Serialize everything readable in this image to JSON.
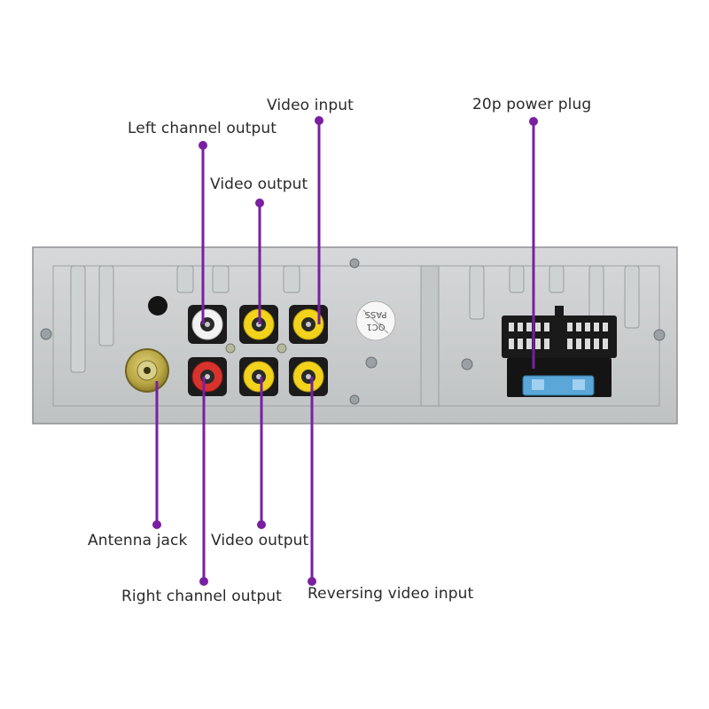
{
  "diagram": {
    "labels": {
      "left_channel_output": "Left channel output",
      "video_input": "Video input",
      "video_output_top": "Video output",
      "power_plug": "20p power plug",
      "antenna_jack": "Antenna jack",
      "video_output_bottom": "Video output",
      "right_channel_output": "Right channel output",
      "reversing_video_input": "Reversing video input"
    },
    "sticker_text": [
      "QC1",
      "PASS"
    ],
    "colors": {
      "leader_line": "#7a1fa2",
      "panel": "#c9cccd",
      "rca_white": "#f2f2f2",
      "rca_red": "#d7332c",
      "rca_yellow": "#f2d21b",
      "antenna_gold": "#b8a543",
      "connector": "#1a1a1a",
      "fuse": "#5aa7d8"
    }
  }
}
